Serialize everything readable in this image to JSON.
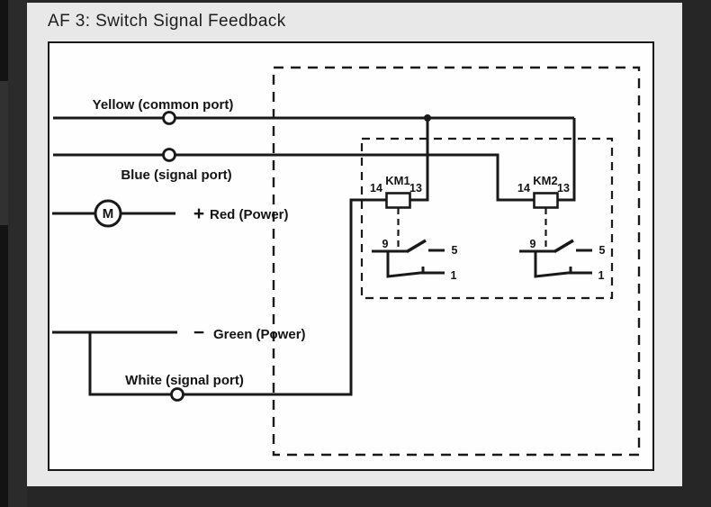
{
  "window": {
    "background_color": "#262626",
    "panel_color": "#e8e8e8",
    "canvas_color": "#fefefe",
    "line_color": "#191919"
  },
  "header": {
    "title": "AF 3: Switch Signal Feedback"
  },
  "diagram": {
    "ports": {
      "yellow": {
        "label": "Yellow (common port)"
      },
      "blue": {
        "label": "Blue (signal port)"
      },
      "red": {
        "label": "Red (Power)",
        "polarity": "+"
      },
      "green": {
        "label": "Green (Power)",
        "polarity": "−"
      },
      "white": {
        "label": "White (signal port)"
      }
    },
    "motor": {
      "label": "M"
    },
    "relays": [
      {
        "name": "KM1",
        "terminal_left": "14",
        "terminal_right": "13",
        "contact_common": "9",
        "contact_no": "5",
        "contact_nc": "1"
      },
      {
        "name": "KM2",
        "terminal_left": "14",
        "terminal_right": "13",
        "contact_common": "9",
        "contact_no": "5",
        "contact_nc": "1"
      }
    ]
  }
}
